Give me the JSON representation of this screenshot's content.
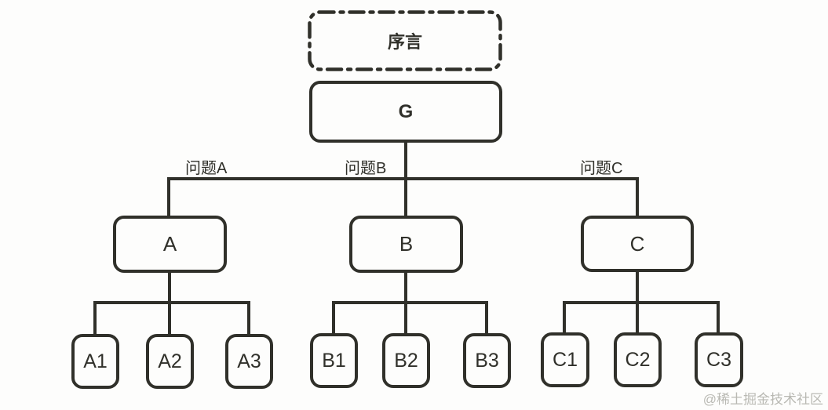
{
  "diagram": {
    "type": "tree",
    "preface": {
      "label": "序言"
    },
    "root": {
      "label": "G"
    },
    "branch_labels": [
      {
        "label": "问题A"
      },
      {
        "label": "问题B"
      },
      {
        "label": "问题C"
      }
    ],
    "groups": [
      {
        "label": "A",
        "children": [
          {
            "label": "A1"
          },
          {
            "label": "A2"
          },
          {
            "label": "A3"
          }
        ]
      },
      {
        "label": "B",
        "children": [
          {
            "label": "B1"
          },
          {
            "label": "B2"
          },
          {
            "label": "B3"
          }
        ]
      },
      {
        "label": "C",
        "children": [
          {
            "label": "C1"
          },
          {
            "label": "C2"
          },
          {
            "label": "C3"
          }
        ]
      }
    ]
  },
  "watermark": "@稀土掘金技术社区",
  "colors": {
    "stroke": "#30302a",
    "background": "#fdfdfc",
    "watermark": "#b9b9b3"
  }
}
